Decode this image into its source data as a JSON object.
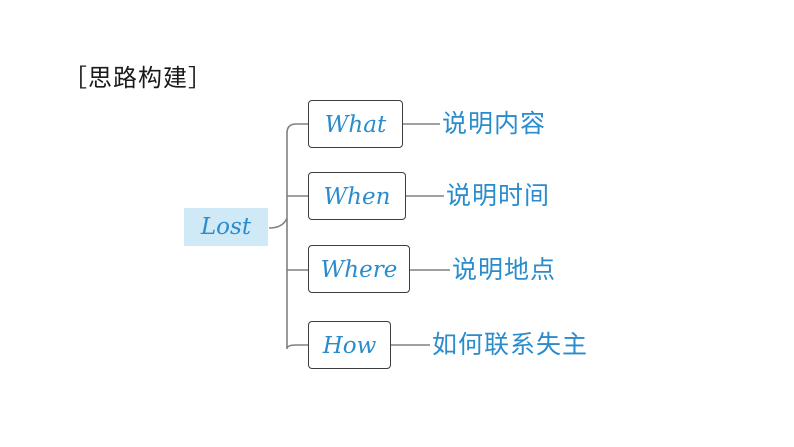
{
  "heading": "［思路构建］",
  "root": {
    "label": "Lost"
  },
  "branches": [
    {
      "label": "What",
      "description": "说明内容"
    },
    {
      "label": "When",
      "description": "说明时间"
    },
    {
      "label": "Where",
      "description": "说明地点"
    },
    {
      "label": "How",
      "description": "如何联系失主"
    }
  ],
  "colors": {
    "accent": "#2a8ccc",
    "root_fill": "#cfe9f7",
    "line": "#808080",
    "border": "#3d3d3d"
  }
}
